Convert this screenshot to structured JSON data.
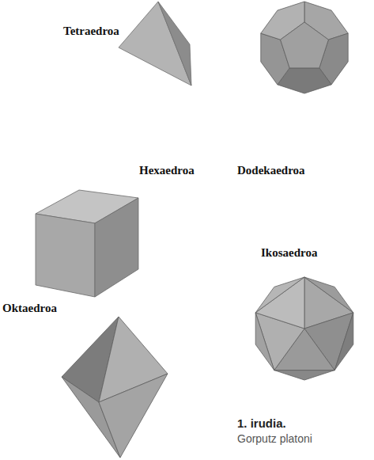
{
  "diagram": {
    "caption": "Gorputz platoni",
    "labels": [
      "Tetraedroa",
      "Hexaedroa",
      "Dodekaedroa",
      "Ikosaedroa",
      "Oktaedroa",
      "1. irudia."
    ]
  }
}
